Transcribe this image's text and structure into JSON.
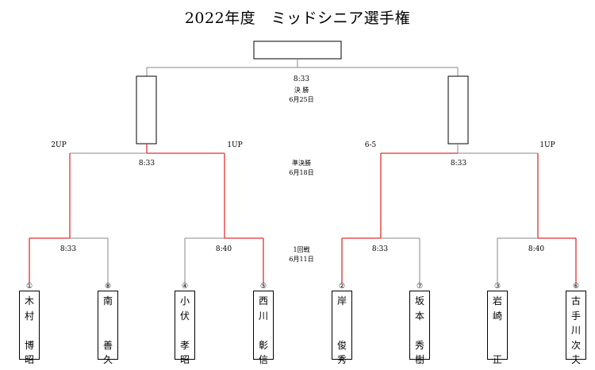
{
  "title": "2022年度　ミッドシニア選手権",
  "final": {
    "time": "8:33",
    "stage_lines": [
      "決 勝",
      "6月25日"
    ]
  },
  "semifinal": {
    "stage_lines": [
      "準決勝",
      "6月18日"
    ],
    "left": {
      "time": "8:33",
      "score_left": "2UP",
      "score_right": "1UP"
    },
    "right": {
      "time": "8:33",
      "score_left": "6-5",
      "score_right": "1UP"
    }
  },
  "round1": {
    "stage_lines": [
      "1回戦",
      "6月11日"
    ],
    "matches": [
      {
        "time": "8:33"
      },
      {
        "time": "8:40"
      },
      {
        "time": "8:33"
      },
      {
        "time": "8:40"
      }
    ]
  },
  "players": [
    {
      "seed": "①",
      "name": "木\n村\n\n博\n昭"
    },
    {
      "seed": "⑧",
      "name": "南\n\n\n善\n久"
    },
    {
      "seed": "④",
      "name": "小\n伏\n\n孝\n昭"
    },
    {
      "seed": "⑤",
      "name": "西\n川\n\n彰\n信"
    },
    {
      "seed": "②",
      "name": "岸\n\n\n俊\n秀"
    },
    {
      "seed": "⑦",
      "name": "坂\n本\n\n秀\n樹"
    },
    {
      "seed": "③",
      "name": "岩\n崎\n\n\n正"
    },
    {
      "seed": "⑥",
      "name": "古\n手\n川\n次\n夫"
    }
  ],
  "colors": {
    "winner_line": "#e03030",
    "line": "#888888",
    "box": "#000000"
  }
}
